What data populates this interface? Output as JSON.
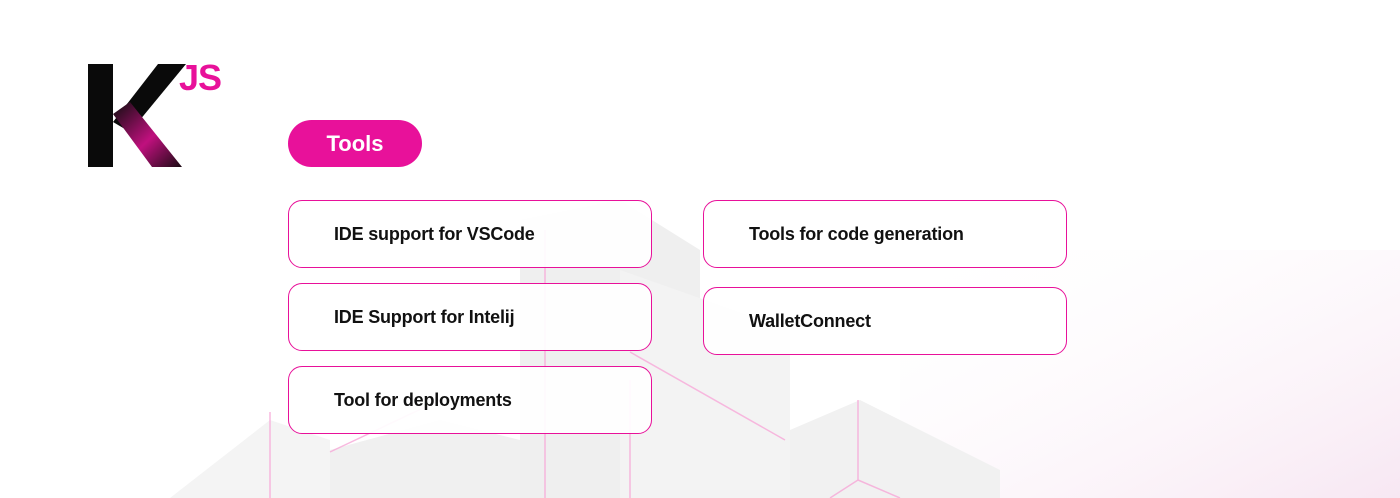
{
  "logo": {
    "letter": "K",
    "suffix": "JS"
  },
  "section": {
    "label": "Tools"
  },
  "tools": [
    {
      "label": "IDE support for VSCode"
    },
    {
      "label": "IDE Support for Intelij"
    },
    {
      "label": "Tool for deployments"
    },
    {
      "label": "Tools for code generation"
    },
    {
      "label": "WalletConnect"
    }
  ],
  "colors": {
    "accent": "#e8119a",
    "text": "#111111",
    "background": "#ffffff"
  }
}
